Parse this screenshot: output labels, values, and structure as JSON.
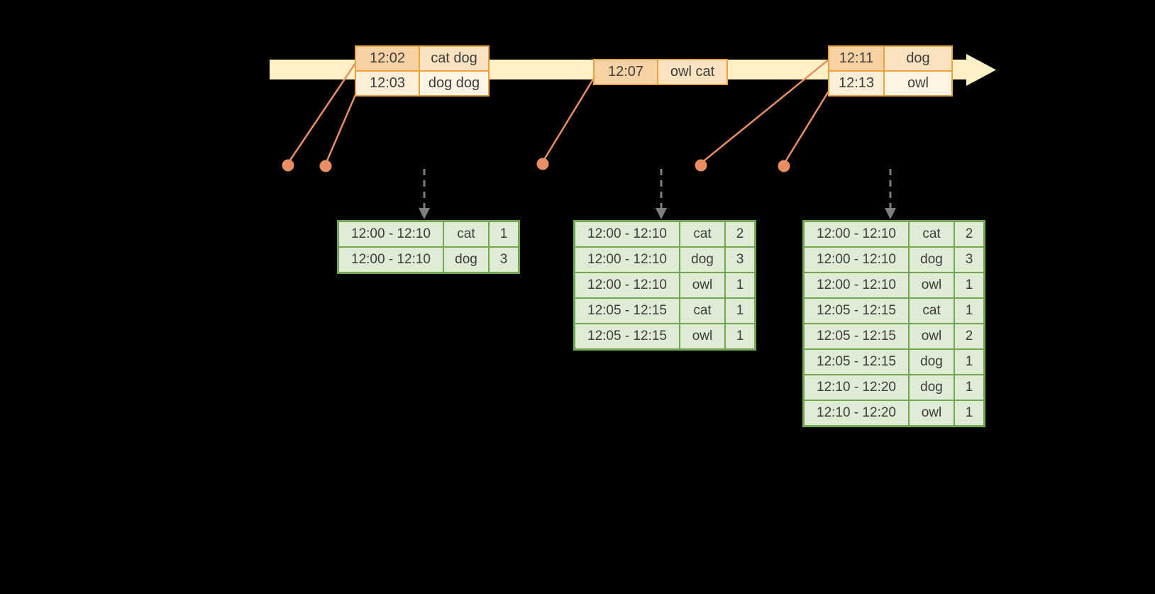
{
  "colors": {
    "background": "#000000",
    "timeline_fill": "#FCF0C4",
    "event_border": "#E9A33D",
    "event_time_dark": "#F8D2A4",
    "event_word_dark": "#FBE3BF",
    "event_time_light": "#FCEED7",
    "event_word_light": "#FDF4E4",
    "connector": "#E78F63",
    "dot": "#E78F63",
    "dashed_arrow": "#7F7F7F",
    "result_border": "#6FA84F",
    "result_cell": "#DFEBD4",
    "text": "#3D3D3D"
  },
  "event_tables": [
    {
      "rows": [
        [
          "12:02",
          "cat dog"
        ],
        [
          "12:03",
          "dog dog"
        ]
      ]
    },
    {
      "rows": [
        [
          "12:07",
          "owl cat"
        ]
      ]
    },
    {
      "rows": [
        [
          "12:11",
          "dog"
        ],
        [
          "12:13",
          "owl"
        ]
      ]
    }
  ],
  "result_tables": [
    {
      "rows": [
        [
          "12:00 - 12:10",
          "cat",
          "1"
        ],
        [
          "12:00 - 12:10",
          "dog",
          "3"
        ]
      ]
    },
    {
      "rows": [
        [
          "12:00 - 12:10",
          "cat",
          "2"
        ],
        [
          "12:00 - 12:10",
          "dog",
          "3"
        ],
        [
          "12:00 - 12:10",
          "owl",
          "1"
        ],
        [
          "12:05 - 12:15",
          "cat",
          "1"
        ],
        [
          "12:05 - 12:15",
          "owl",
          "1"
        ]
      ]
    },
    {
      "rows": [
        [
          "12:00 - 12:10",
          "cat",
          "2"
        ],
        [
          "12:00 - 12:10",
          "dog",
          "3"
        ],
        [
          "12:00 - 12:10",
          "owl",
          "1"
        ],
        [
          "12:05 - 12:15",
          "cat",
          "1"
        ],
        [
          "12:05 - 12:15",
          "owl",
          "2"
        ],
        [
          "12:05 - 12:15",
          "dog",
          "1"
        ],
        [
          "12:10 - 12:20",
          "dog",
          "1"
        ],
        [
          "12:10 - 12:20",
          "owl",
          "1"
        ]
      ]
    }
  ]
}
